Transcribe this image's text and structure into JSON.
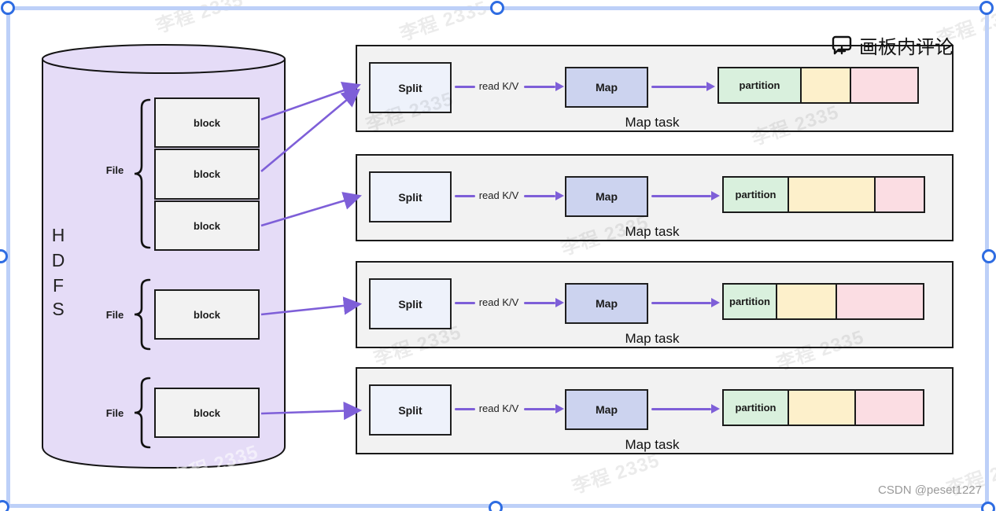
{
  "watermark": {
    "text": "李程 2335"
  },
  "credit": {
    "text": "CSDN @peset1227"
  },
  "comment_button": {
    "label": "画板内评论"
  },
  "hdfs": {
    "title": "HDFS",
    "letters": [
      "H",
      "D",
      "F",
      "S"
    ],
    "file_label": "File",
    "block_label": "block",
    "groups": [
      {
        "file": "File",
        "blocks": [
          "block",
          "block",
          "block"
        ]
      },
      {
        "file": "File",
        "blocks": [
          "block"
        ]
      },
      {
        "file": "File",
        "blocks": [
          "block"
        ]
      }
    ]
  },
  "pipeline": {
    "rows_count": 4,
    "row_label": "Map task",
    "split_label": "Split",
    "read_kv_label": "read K/V",
    "map_label": "Map",
    "partition_label": "partition"
  },
  "colors": {
    "cylinder_fill": "#e5dcf7",
    "box_gray": "#f2f2f2",
    "split_fill": "#eef2fb",
    "map_fill": "#ccd3ef",
    "partition_green": "#d9f0dd",
    "partition_yellow": "#fdf0cb",
    "partition_pink": "#fbdde3",
    "arrow": "#7e5fd8",
    "selection": "#bdd0f8",
    "handle_border": "#2e6ce2"
  }
}
